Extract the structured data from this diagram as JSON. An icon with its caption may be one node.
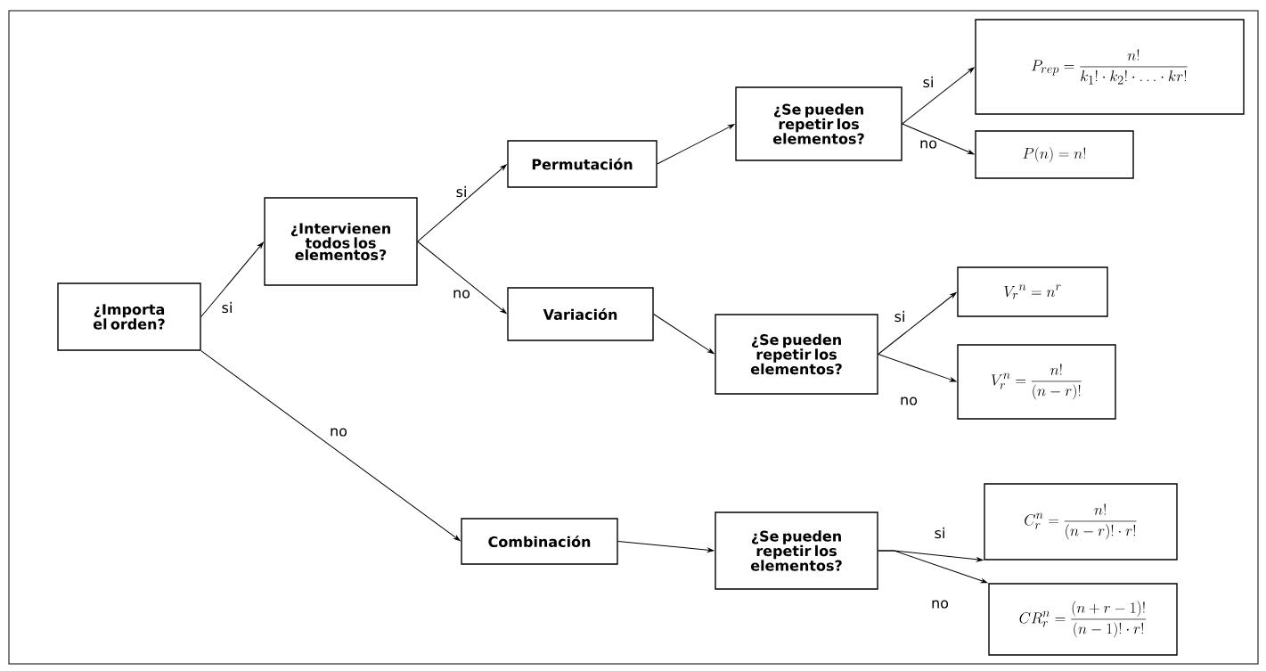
{
  "diagram": {
    "nodes": [
      {
        "text": [
          "¿Importa el orden?"
        ]
      },
      {
        "text": [
          "¿Intervienen todos los elementos?"
        ]
      },
      {
        "text": [
          "Permutación"
        ]
      },
      {
        "text": [
          "¿Se pueden repetir los elementos?"
        ]
      },
      {
        "text": [
          "P_{rep} = \\frac{n!}{k_1!\\cdot k_2!\\cdot \\ldots \\cdot kr!}"
        ]
      },
      {
        "text": [
          "P(n) = n!"
        ]
      },
      {
        "text": [
          "Variación"
        ]
      },
      {
        "text": [
          "¿Se pueden repetir los elementos?"
        ]
      },
      {
        "text": [
          "V_r{}^n = n^r"
        ]
      },
      {
        "text": [
          "V_r^n = \\frac{n!}{(n-r)!}"
        ]
      },
      {
        "text": [
          "Combinación"
        ]
      },
      {
        "text": [
          "¿Se pueden repetir los elementos?"
        ]
      },
      {
        "text": [
          "C_r^n = \\frac{n!}{(n-r)!\\cdot r!}"
        ]
      },
      {
        "text": [
          "CR_r^n = \\frac{(n+r-1)!}{(n-1)!\\cdot r!}"
        ]
      }
    ],
    "edges": [
      {
        "from": 0,
        "to": 1,
        "arrow": "to",
        "label": "si"
      },
      {
        "from": 0,
        "to": 10,
        "arrow": "to",
        "label": "no"
      },
      {
        "from": 1,
        "to": 2,
        "arrow": "to",
        "label": "si"
      },
      {
        "from": 1,
        "to": 6,
        "arrow": "to",
        "label": "no"
      },
      {
        "from": 2,
        "to": 3,
        "arrow": "to"
      },
      {
        "from": 3,
        "to": 4,
        "arrow": "to",
        "label": "si"
      },
      {
        "from": 3,
        "to": 5,
        "arrow": "to",
        "label": "no"
      },
      {
        "from": 6,
        "to": 7,
        "arrow": "to"
      },
      {
        "from": 7,
        "to": 8,
        "arrow": "to",
        "label": "si"
      },
      {
        "from": 7,
        "to": 9,
        "arrow": "to",
        "label": "no"
      },
      {
        "from": 10,
        "to": 11,
        "arrow": "to"
      },
      {
        "from": 11,
        "to": 12,
        "arrow": "to",
        "label": "si"
      },
      {
        "from": 11,
        "to": 13,
        "arrow": "to",
        "label": "no"
      }
    ]
  }
}
